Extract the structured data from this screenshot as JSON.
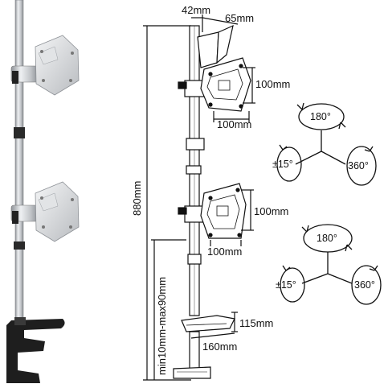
{
  "dimensions": {
    "top_offset": "42mm",
    "top_arm": "65mm",
    "upper_mount_height": "100mm",
    "upper_mount_width": "100mm",
    "lower_mount_height": "100mm",
    "lower_mount_width": "100mm",
    "total_height": "880mm",
    "clamp_range": "min10mm-max90mm",
    "clamp_depth": "115mm",
    "clamp_width": "160mm"
  },
  "rotation_dials": [
    {
      "top": "180°",
      "left": "±15°",
      "right": "360°"
    },
    {
      "top": "180°",
      "left": "±15°",
      "right": "360°"
    }
  ],
  "colors": {
    "pole_silver": "#c9ccd0",
    "clamp_black": "#1e1e1e",
    "line": "#111111"
  }
}
